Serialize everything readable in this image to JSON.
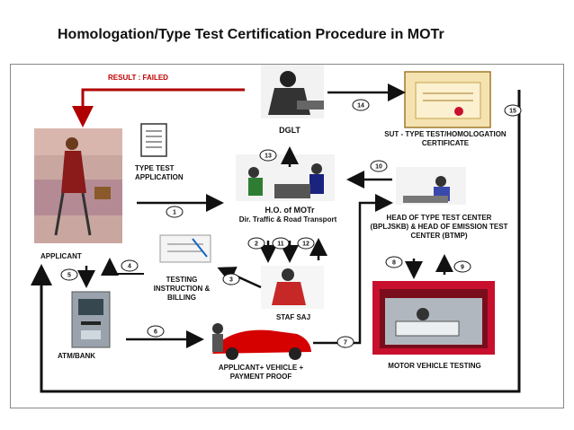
{
  "title": "Homologation/Type Test Certification Procedure in MOTr",
  "result_label": "RESULT : FAILED",
  "nodes": {
    "dglt": "DGLT",
    "certificate": "SUT - TYPE TEST/HOMOLOGATION CERTIFICATE",
    "type_test_application": "TYPE TEST APPLICATION",
    "ho_motr_line1": "H.O. of MOTr",
    "ho_motr_line2": "Dir. Traffic & Road Transport",
    "head_center": "HEAD OF TYPE TEST CENTER (BPLJSKB) & HEAD OF EMISSION TEST CENTER (BTMP)",
    "applicant": "APPLICANT",
    "testing_instruction": "TESTING INSTRUCTION & BILLING",
    "staf_saj": "STAF SAJ",
    "atm_bank": "ATM/BANK",
    "applicant_vehicle": "APPLICANT+ VEHICLE + PAYMENT PROOF",
    "motor_vehicle_testing": "MOTOR VEHICLE TESTING"
  },
  "steps": [
    "1",
    "2",
    "3",
    "4",
    "5",
    "6",
    "7",
    "8",
    "9",
    "10",
    "11",
    "12",
    "13",
    "14",
    "15"
  ],
  "colors": {
    "arrow": "#111111",
    "failed": "#b00000",
    "garage": "#c8102e"
  }
}
